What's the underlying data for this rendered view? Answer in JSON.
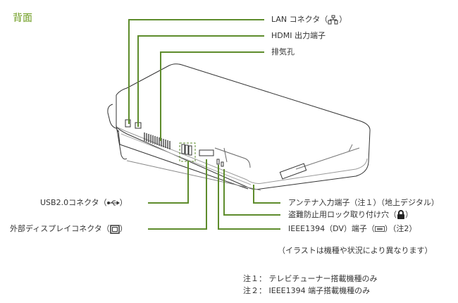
{
  "title": "背面",
  "colors": {
    "leader": "#5e8c2c",
    "title": "#6a9a1a"
  },
  "labels": {
    "lan": "LAN コネクタ（",
    "lan_end": "）",
    "hdmi": "HDMI 出力端子",
    "vent": "排気孔",
    "usb": "USB2.0コネクタ（",
    "usb_end": "）",
    "display": "外部ディスプレイコネクタ（",
    "display_end": "）",
    "antenna": "アンテナ入力端子（注１）（地上デジタル）",
    "lock": "盗難防止用ロック取り付け穴（",
    "lock_end": "）",
    "ieee": "IEEE1394（DV）端子（",
    "ieee_end": "）（注2）"
  },
  "icons": {
    "lan": "network-icon",
    "usb": "usb-icon",
    "display": "monitor-icon",
    "lock": "lock-icon",
    "ieee": "ieee1394-icon"
  },
  "caption": "（イラストは機種や状況により異なります）",
  "notes": [
    "注１： テレビチューナー搭載機種のみ",
    "注２： IEEE1394 端子搭載機種のみ"
  ]
}
